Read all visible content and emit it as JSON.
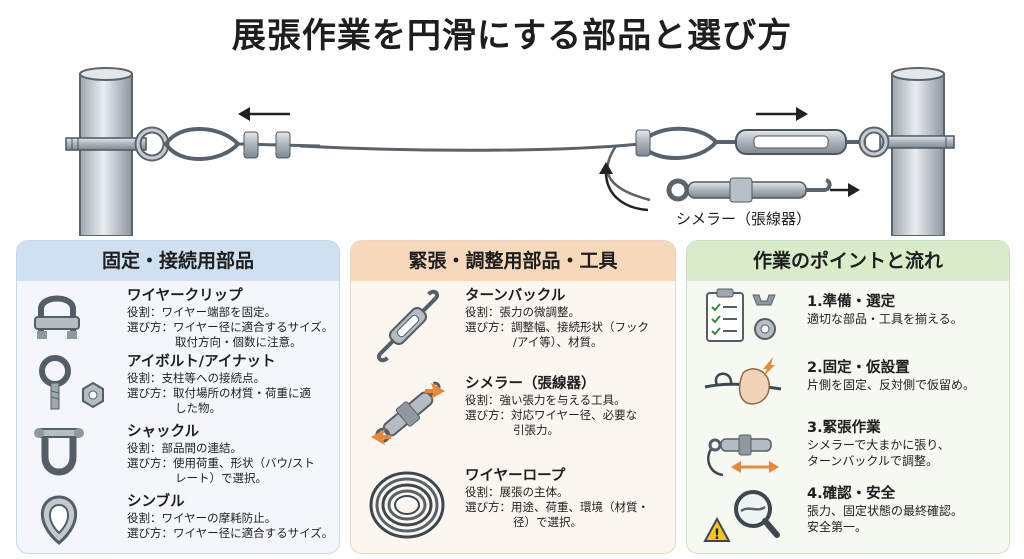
{
  "title": "展張作業を円滑にする部品と選び方",
  "diagram": {
    "tool_label": "シメラー（張線器）"
  },
  "panels": [
    {
      "heading": "固定・接続用部品",
      "items": [
        {
          "name": "ワイヤークリップ",
          "lines": [
            "役割：ワイヤー端部を固定。",
            "選び方：ワイヤー径に適合するサイズ。",
            "取付方向・個数に注意。"
          ],
          "icon": "wire-clip-icon"
        },
        {
          "name": "アイボルト/アイナット",
          "lines": [
            "役割：支柱等への接続点。",
            "選び方：取付場所の材質・荷重に適",
            "した物。"
          ],
          "icon": "eye-bolt-icon"
        },
        {
          "name": "シャックル",
          "lines": [
            "役割：部品間の連結。",
            "選び方：使用荷重、形状（バウ/スト",
            "レート）で選択。"
          ],
          "icon": "shackle-icon"
        },
        {
          "name": "シンブル",
          "lines": [
            "役割：ワイヤーの摩耗防止。",
            "選び方：ワイヤー径に適合するサイズ。"
          ],
          "icon": "thimble-icon"
        }
      ]
    },
    {
      "heading": "緊張・調整用部品・工具",
      "items": [
        {
          "name": "ターンバックル",
          "lines": [
            "役割：張力の微調整。",
            "選び方：調整幅、接続形状（フック",
            "/アイ等）、材質。"
          ],
          "icon": "turnbuckle-icon"
        },
        {
          "name": "シメラー（張線器）",
          "lines": [
            "役割：強い張力を与える工具。",
            "選び方：対応ワイヤー径、必要な",
            "引張力。"
          ],
          "icon": "wire-tensioner-icon"
        },
        {
          "name": "ワイヤーロープ",
          "lines": [
            "役割：展張の主体。",
            "選び方：用途、荷重、環境（材質・",
            "径）で選択。"
          ],
          "icon": "wire-rope-coil-icon"
        }
      ]
    },
    {
      "heading": "作業のポイントと流れ",
      "steps": [
        {
          "title": "1.準備・選定",
          "desc": [
            "適切な部品・工具を揃える。"
          ],
          "icon": "checklist-icon"
        },
        {
          "title": "2.固定・仮設置",
          "desc": [
            "片側を固定、反対側で仮留め。"
          ],
          "icon": "hand-tying-icon"
        },
        {
          "title": "3.緊張作業",
          "desc": [
            "シメラーで大まかに張り、",
            "ターンバックルで調整。"
          ],
          "icon": "tensioning-icon"
        },
        {
          "title": "4.確認・安全",
          "desc": [
            "張力、固定状態の最終確認。",
            "安全第一。"
          ],
          "icon": "magnifier-warning-icon"
        }
      ]
    }
  ],
  "colors": {
    "panel1_header": "#cfe1f1",
    "panel2_header": "#f6d8bb",
    "panel3_header": "#d9ebc8",
    "metal": "#9aa4ad",
    "arrow_orange": "#e8893a"
  }
}
